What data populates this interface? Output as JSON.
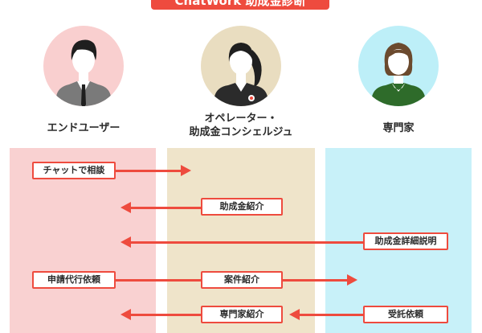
{
  "header": {
    "title": "ChatWork 助成金診断"
  },
  "roles": {
    "end_user": {
      "label": "エンドユーザー"
    },
    "operator": {
      "label_line1": "オペレーター・",
      "label_line2": "助成金コンシェルジュ"
    },
    "expert": {
      "label": "専門家"
    }
  },
  "messages": {
    "chat_consult": "チャットで相談",
    "subsidy_intro": "助成金紹介",
    "subsidy_detail": "助成金詳細説明",
    "application_request": "申請代行依頼",
    "case_intro": "案件紹介",
    "expert_intro": "専門家紹介",
    "accept_request": "受託依頼"
  },
  "colors": {
    "accent": "#ee4b3e",
    "end_user_lane": "#f9d1d1",
    "operator_lane": "#efe4ca",
    "expert_lane": "#c8f1f9"
  }
}
